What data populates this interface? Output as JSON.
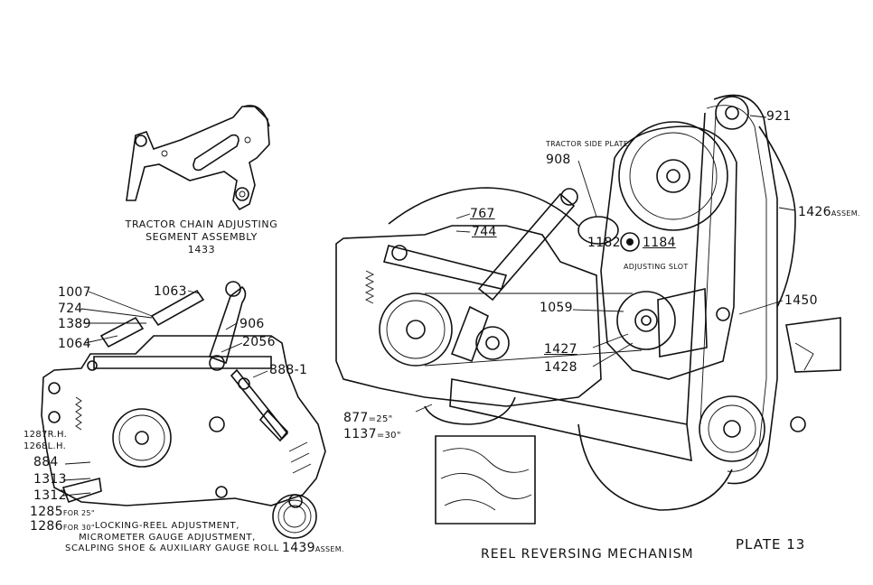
{
  "plate": {
    "title": "PLATE 13",
    "main_caption": "REEL REVERSING MECHANISM"
  },
  "top_left": {
    "caption_line1": "TRACTOR CHAIN ADJUSTING",
    "caption_line2": "SEGMENT ASSEMBLY",
    "caption_line3": "1433"
  },
  "lower_left": {
    "caption_line1": "LOCKING-REEL ADJUSTMENT,",
    "caption_line2": "MICROMETER GAUGE ADJUSTMENT,",
    "caption_line3": "SCALPING SHOE & AUXILIARY GAUGE ROLL",
    "labels": {
      "l1007": "1007",
      "l1063": "1063",
      "l724": "724",
      "l1389": "1389",
      "l1064": "1064",
      "l906": "906",
      "l2056": "2056",
      "l888": "888-1",
      "l1287": "1287R.H.",
      "l1268": "1268L.H.",
      "l884": "884",
      "l1313": "1313",
      "l1312": "1312",
      "l1285": "1285",
      "l1285_note": "FOR 25\"",
      "l1286": "1286",
      "l1286_note": "FOR 30\"",
      "l1439": "1439",
      "l1439_note": "ASSEM."
    }
  },
  "right": {
    "labels": {
      "l921": "921",
      "l908_title": "TRACTOR SIDE PLATE",
      "l908": "908",
      "l1426": "1426",
      "l1426_note": "ASSEM.",
      "l767": "767",
      "l744": "744",
      "l1182": "1182",
      "l1184": "1184",
      "l_slot": "ADJUSTING SLOT",
      "l1059": "1059",
      "l1450": "1450",
      "l1427": "1427",
      "l1428": "1428",
      "l877": "877",
      "l877_note": "=25\"",
      "l1137": "1137",
      "l1137_note": "=30\""
    }
  }
}
